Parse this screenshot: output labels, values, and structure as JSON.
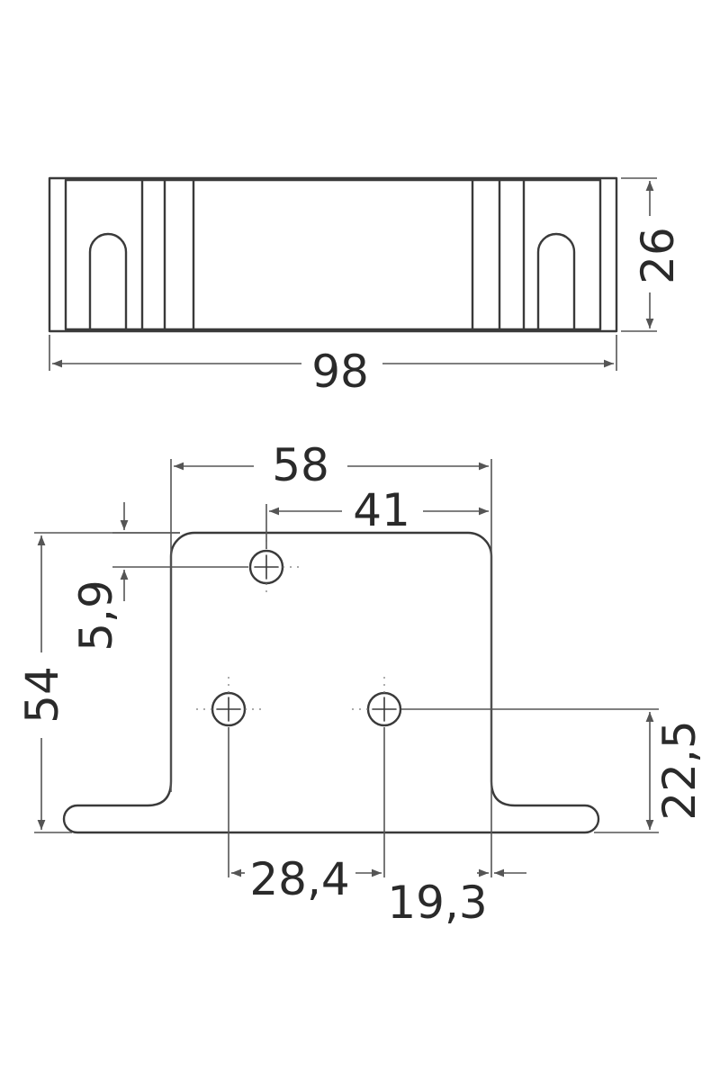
{
  "top_view": {
    "width_label": "98",
    "height_label": "26"
  },
  "front_view": {
    "overall_width_label": "58",
    "hole_offset_label": "41",
    "top_hole_offset_label": "5,9",
    "height_label": "54",
    "lower_holes_height_label": "22,5",
    "lower_hole_spacing_label": "28,4",
    "right_hole_offset_label": "19,3"
  },
  "colors": {
    "line": "#3a3a3a",
    "dimension": "#555555",
    "background": "#ffffff"
  }
}
